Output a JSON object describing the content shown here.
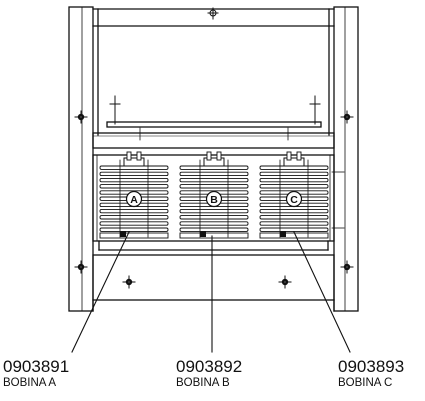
{
  "coils": [
    {
      "letter": "A",
      "part_number": "0903891",
      "name": "BOBINA A"
    },
    {
      "letter": "B",
      "part_number": "0903892",
      "name": "BOBINA B"
    },
    {
      "letter": "C",
      "part_number": "0903893",
      "name": "BOBINA C"
    }
  ],
  "colors": {
    "line": "#111111",
    "background": "#ffffff"
  }
}
